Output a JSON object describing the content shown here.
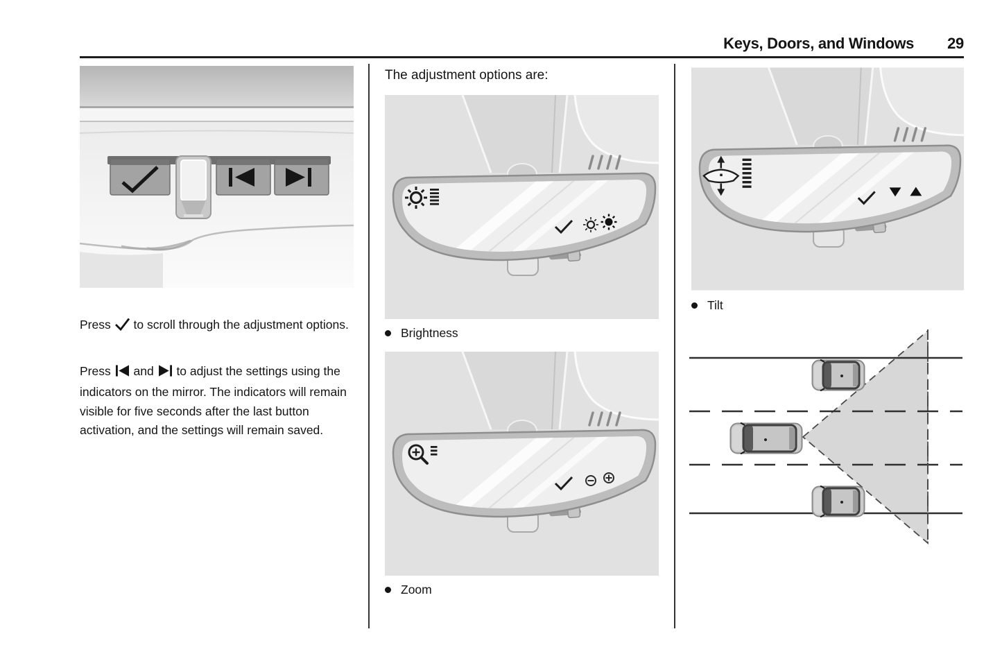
{
  "header": {
    "title": "Keys, Doors, and Windows",
    "page_number": "29"
  },
  "left_column": {
    "figure_button_pad": {
      "buttons": [
        "check-icon",
        "skip-back-icon",
        "skip-forward-icon"
      ]
    },
    "instructions": [
      {
        "prefix": "Press",
        "icon": "check-icon",
        "suffix": "to scroll through the adjustment options."
      },
      {
        "prefix": "Press",
        "icon1": "skip-back-icon",
        "conjunction": "and",
        "icon2": "skip-forward-icon",
        "suffix": "to adjust the settings using the indicators on the mirror. The indicators will remain visible for five seconds after the last button activation, and the settings will remain saved."
      }
    ]
  },
  "middle_column": {
    "intro": "The adjustment options are:",
    "options": [
      {
        "label": "Brightness",
        "display_icon": "brightness-level-icon",
        "mirror_indicators": [
          "check-icon",
          "dim-sun-icon",
          "bright-sun-icon"
        ]
      },
      {
        "label": "Zoom",
        "display_icon": "zoom-level-icon",
        "mirror_indicators": [
          "check-icon",
          "zoom-out-icon",
          "zoom-in-icon"
        ]
      }
    ]
  },
  "right_column": {
    "options": [
      {
        "label": "Tilt",
        "display_icon": "tilt-level-icon",
        "mirror_indicators": [
          "check-icon",
          "tilt-down-icon",
          "tilt-up-icon"
        ]
      }
    ],
    "figure_camera_view": {
      "elements": [
        "road-lanes",
        "host-vehicle",
        "following-vehicle-left-lane",
        "following-vehicle-right-lane",
        "camera-field-of-view-triangle"
      ]
    }
  },
  "colors": {
    "text": "#141414",
    "page_background": "#ffffff",
    "figure_background": "#e1e1e1",
    "field_of_view_fill": "#d7d7d7"
  }
}
